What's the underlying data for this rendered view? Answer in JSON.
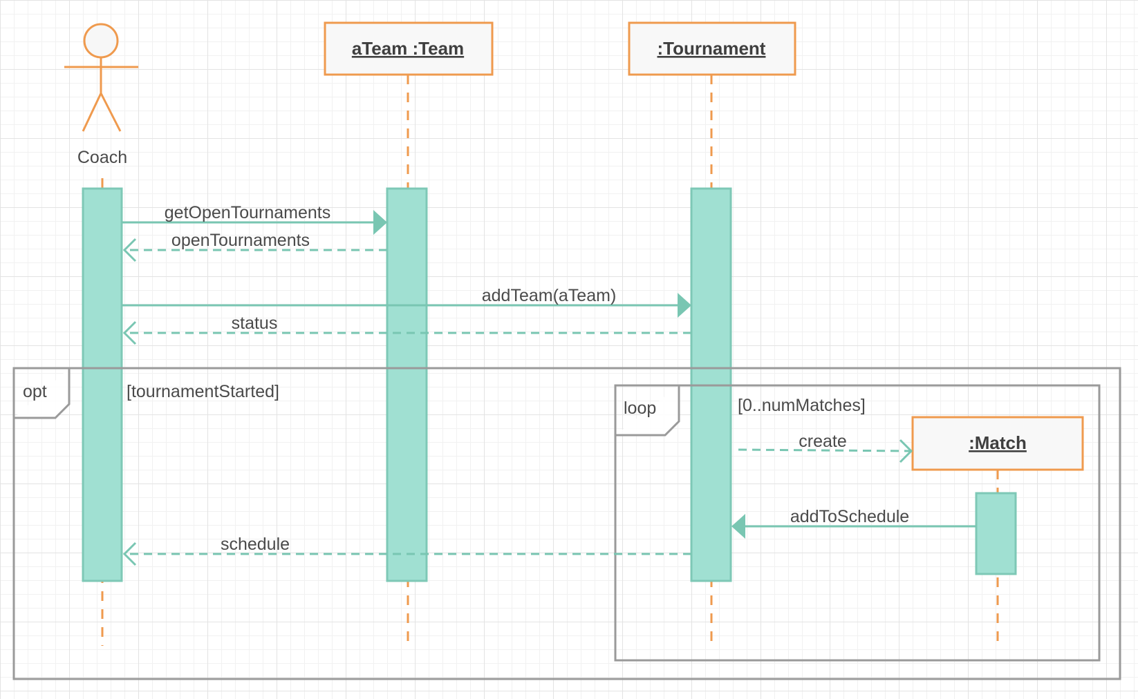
{
  "colors": {
    "accent_orange": "#ef9a4e",
    "activation_fill": "#a0e0d2",
    "activation_stroke": "#7ec8b6",
    "message_teal": "#79c6b2",
    "frame_gray": "#9a9a9a",
    "text": "#4a4a4a"
  },
  "diagram": {
    "actor": {
      "name": "Coach",
      "icon": "stick-figure-icon"
    },
    "lifelines": [
      {
        "label": "aTeam :Team"
      },
      {
        "label": ":Tournament"
      },
      {
        "label": ":Match"
      }
    ],
    "messages": {
      "get_open_tournaments": "getOpenTournaments",
      "open_tournaments": "openTournaments",
      "add_team": "addTeam(aTeam)",
      "status": "status",
      "create": "create",
      "add_to_schedule": "addToSchedule",
      "schedule": "schedule"
    },
    "frames": {
      "opt": {
        "operator": "opt",
        "guard": "[tournamentStarted]"
      },
      "loop": {
        "operator": "loop",
        "guard": "[0..numMatches]"
      }
    }
  }
}
